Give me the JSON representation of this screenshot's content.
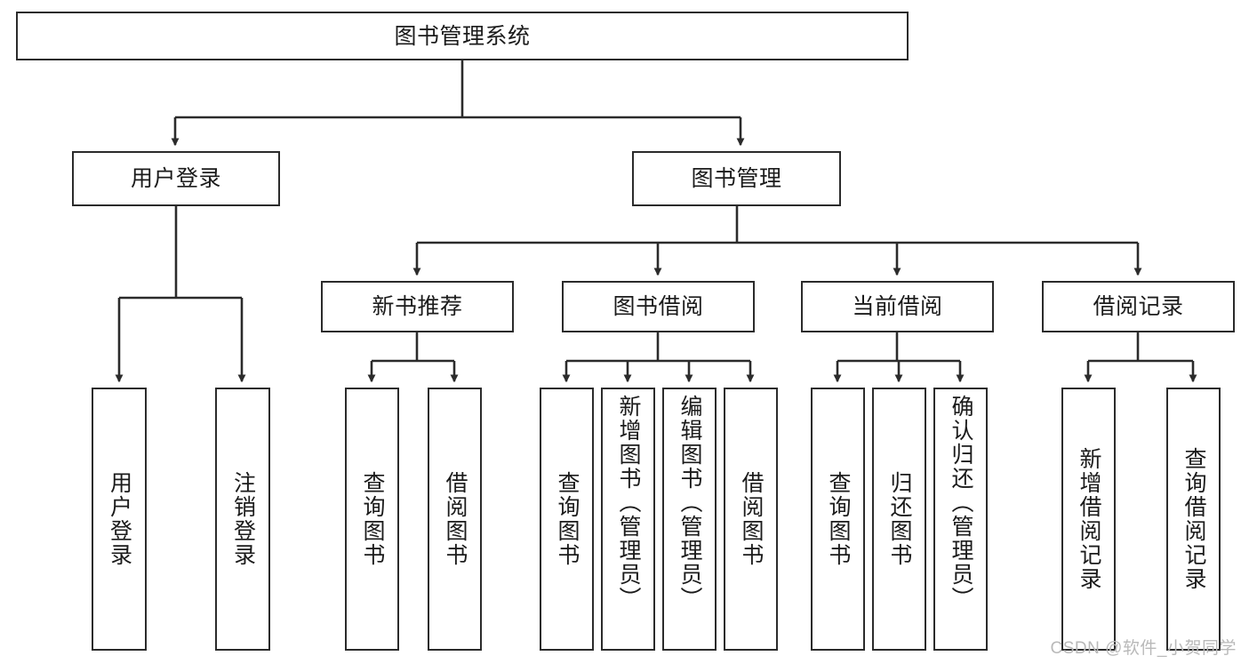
{
  "diagram": {
    "title": "图书管理系统",
    "type": "tree",
    "watermark": "CSDN @软件_小贺同学",
    "colors": {
      "stroke": "#2b2b2b",
      "fill": "#ffffff",
      "text": "#1b1b1b",
      "watermark": "#b9b9b9"
    },
    "root": {
      "label": "图书管理系统"
    },
    "level2": [
      {
        "label": "用户登录"
      },
      {
        "label": "图书管理"
      }
    ],
    "level3": [
      {
        "label": "新书推荐"
      },
      {
        "label": "图书借阅"
      },
      {
        "label": "当前借阅"
      },
      {
        "label": "借阅记录"
      }
    ],
    "leaves": {
      "user_login": [
        {
          "label": "用户登录"
        },
        {
          "label": "注销登录"
        }
      ],
      "new_book": [
        {
          "label": "查询图书"
        },
        {
          "label": "借阅图书"
        }
      ],
      "book_borrow": [
        {
          "label": "查询图书"
        },
        {
          "label": "新增图书（管理员）"
        },
        {
          "label": "编辑图书（管理员）"
        },
        {
          "label": "借阅图书"
        }
      ],
      "current_borrow": [
        {
          "label": "查询图书"
        },
        {
          "label": "归还图书"
        },
        {
          "label": "确认归还（管理员）"
        }
      ],
      "borrow_record": [
        {
          "label": "新增借阅记录"
        },
        {
          "label": "查询借阅记录"
        }
      ]
    }
  }
}
